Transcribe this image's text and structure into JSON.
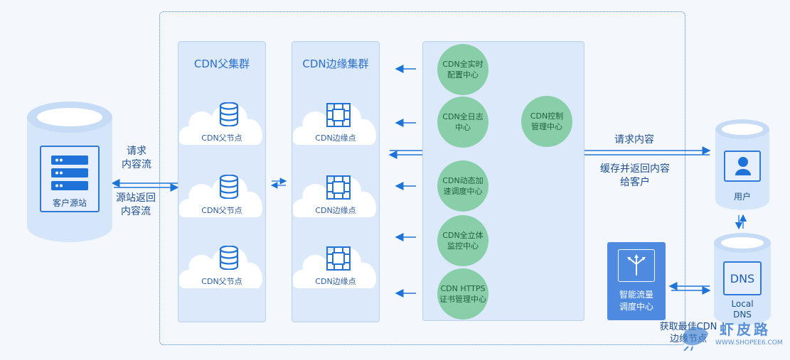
{
  "diagram": {
    "origin_server": "客户源站",
    "flow_request": [
      "请求",
      "内容流"
    ],
    "flow_return": [
      "源站返回",
      "内容流"
    ],
    "parent_cluster": {
      "title": "CDN父集群",
      "node_label": "CDN父节点"
    },
    "edge_cluster": {
      "title": "CDN边缘集群",
      "node_label": "CDN边缘点"
    },
    "centers": [
      [
        "CDN全实时",
        "配置中心"
      ],
      [
        "CDN全日志",
        "中心"
      ],
      [
        "CDN动态加",
        "速调度中心"
      ],
      [
        "CDN全立体",
        "监控中心"
      ],
      [
        "CDN HTTPS",
        "证书管理中心"
      ]
    ],
    "control_center": [
      "CDN控制",
      "管理中心"
    ],
    "request_content": "请求内容",
    "cache_return": [
      "缓存并返回内容",
      "给客户"
    ],
    "user": "用户",
    "dns_icon": "DNS",
    "local_dns": [
      "Local",
      "DNS"
    ],
    "smart_dispatch": [
      "智能流量",
      "调度中心"
    ],
    "get_best": [
      "获取最佳CDN",
      "边缘节点"
    ],
    "watermark": {
      "title": "虾皮路",
      "url": "WWW.SHOPEE6.COM"
    }
  },
  "colors": {
    "accent": "#2a6fcb",
    "panel": "#dbe9fb",
    "green": "#88cfa9",
    "dispatch": "#4e8be0"
  }
}
